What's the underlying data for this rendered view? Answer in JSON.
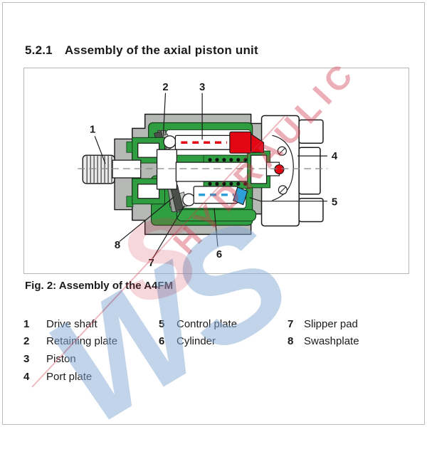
{
  "title": {
    "number": "5.2.1",
    "text": "Assembly of the axial piston unit"
  },
  "figure": {
    "caption": "Fig. 2: Assembly of the A4FM"
  },
  "legend": {
    "columns": [
      [
        {
          "num": "1",
          "label": "Drive shaft"
        },
        {
          "num": "2",
          "label": "Retaining plate"
        },
        {
          "num": "3",
          "label": "Piston"
        },
        {
          "num": "4",
          "label": "Port plate"
        }
      ],
      [
        {
          "num": "5",
          "label": "Control plate"
        },
        {
          "num": "6",
          "label": "Cylinder"
        }
      ],
      [
        {
          "num": "7",
          "label": "Slipper pad"
        },
        {
          "num": "8",
          "label": "Swashplate"
        }
      ]
    ]
  },
  "diagram": {
    "callouts": [
      "1",
      "2",
      "3",
      "4",
      "5",
      "6",
      "7",
      "8"
    ],
    "colors": {
      "housing_gray": "#b5b8b4",
      "seal_green": "#2f9e41",
      "seal_green_dark": "#1d7a30",
      "piston_red": "#e30613",
      "control_blue": "#2d9fd8",
      "swash_steel": "#989e9a",
      "retainer_dark": "#4a4f4a",
      "outline": "#1a1a1a",
      "centerline_gray": "#888888"
    }
  },
  "watermark": {
    "word": "HYDRAULIC",
    "monogram": "WS",
    "swirl": "S",
    "red": "#d23c4b",
    "blue": "#85aad6"
  }
}
